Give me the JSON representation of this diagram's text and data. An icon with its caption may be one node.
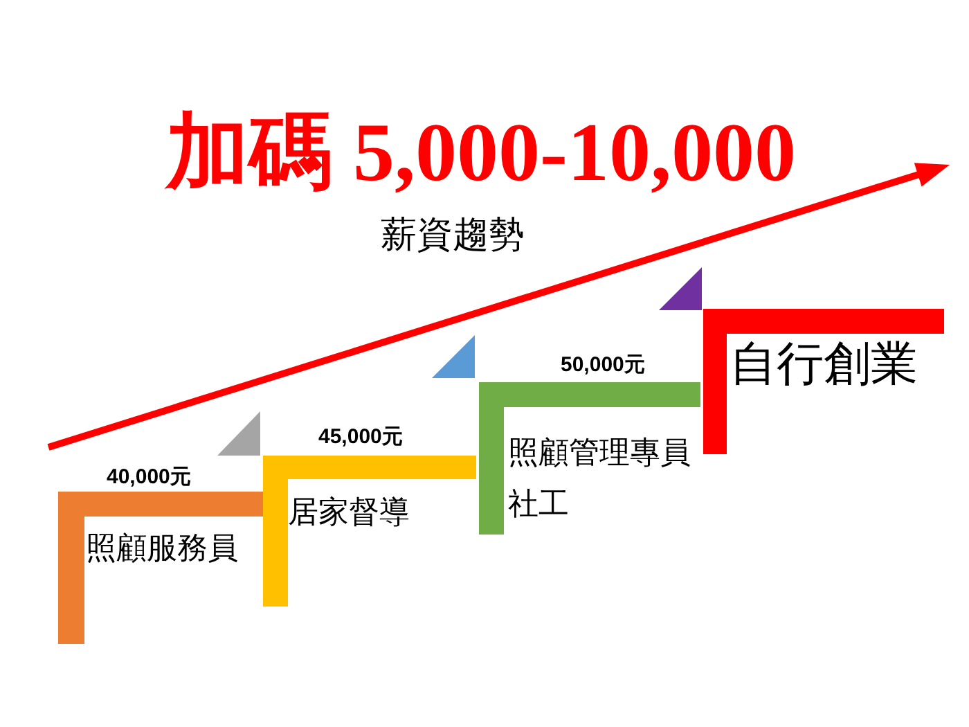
{
  "diagram": {
    "title": "加碼 5,000-10,000",
    "nodes": [
      {
        "text": [
          "照顧服務員"
        ],
        "beside": [
          "40,000元"
        ]
      },
      {
        "text": [
          "居家督導"
        ],
        "beside": [
          "45,000元"
        ]
      },
      {
        "text": [
          "照顧管理專員",
          "社工"
        ],
        "beside": [
          "50,000元"
        ]
      },
      {
        "text": [
          "自行創業"
        ]
      }
    ],
    "labels": [
      "薪資趨勢"
    ]
  }
}
